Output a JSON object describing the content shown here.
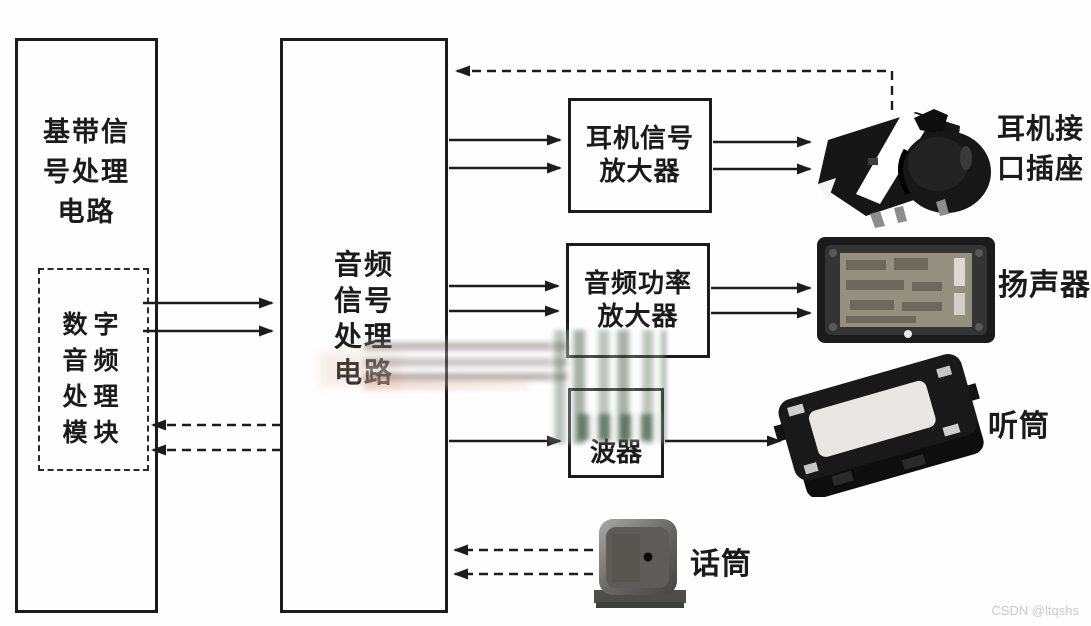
{
  "diagram": {
    "boxes": {
      "baseband": {
        "lines": [
          "基带信",
          "号处理",
          "电路"
        ]
      },
      "digital_audio_module": {
        "lines": [
          "数字",
          "音频",
          "处理",
          "模块"
        ]
      },
      "audio_processor": {
        "lines": [
          "音频",
          "信号",
          "处理",
          "电路"
        ]
      },
      "headphone_amp": {
        "lines": [
          "耳机信号",
          "放大器"
        ]
      },
      "power_amp": {
        "lines": [
          "音频功率",
          "放大器"
        ]
      },
      "filter": {
        "lines": [
          "波器"
        ]
      }
    },
    "components": {
      "headphone_jack": {
        "lines": [
          "耳机接",
          "口插座"
        ]
      },
      "speaker": {
        "label": "扬声器"
      },
      "receiver": {
        "label": "听筒"
      },
      "microphone": {
        "label": "话筒"
      }
    },
    "colors": {
      "line": "#1c1c1c",
      "text": "#1b1b1b",
      "background": "#fefefe",
      "watermark": "#c9c9c9"
    }
  },
  "watermark": "CSDN @ltqshs"
}
